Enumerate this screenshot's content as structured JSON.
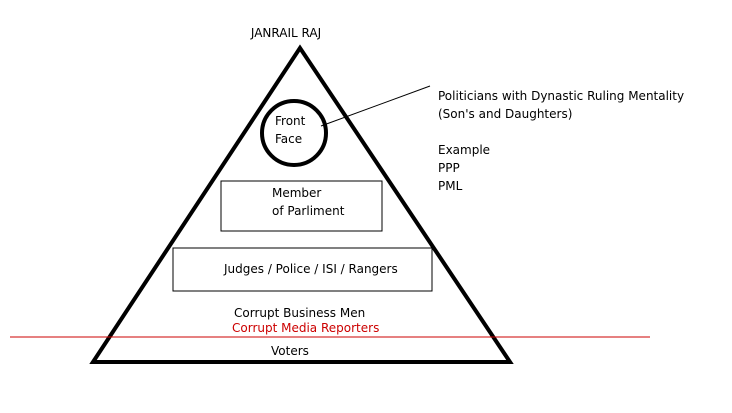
{
  "title": "JANRAIL RAJ",
  "colors": {
    "outline": "#000000",
    "threshold_line": "#cc0000",
    "red_text": "#cc0000"
  },
  "pyramid": {
    "apex": {
      "line1": "Front",
      "line2": "Face"
    },
    "tier_parliament": {
      "line1": "Member",
      "line2": "of Parliment"
    },
    "tier_institutions": "Judges / Police / ISI / Rangers",
    "business": "Corrupt Business Men",
    "media": "Corrupt Media Reporters",
    "base": "Voters"
  },
  "callout": {
    "line1": "Politicians with Dynastic Ruling Mentality",
    "line2": "(Son's and Daughters)",
    "example_label": "Example",
    "examples": [
      "PPP",
      "PML"
    ]
  }
}
